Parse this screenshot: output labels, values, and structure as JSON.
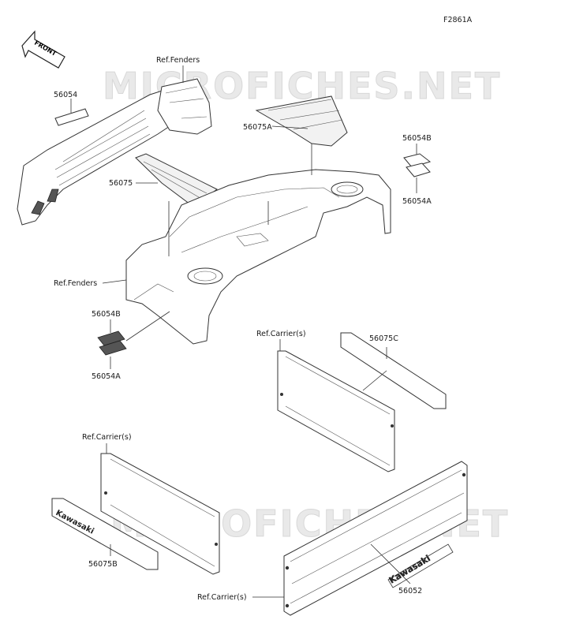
{
  "figure_id": "F2861A",
  "front_label": "FRONT",
  "watermark": "MICROFICHES.NET",
  "callouts": {
    "ref_fenders_top": "Ref.Fenders",
    "p56054": "56054",
    "p56075A": "56075A",
    "p56054B_right": "56054B",
    "p56054A_right": "56054A",
    "p56075": "56075",
    "ref_fenders_left": "Ref.Fenders",
    "p56054B_left": "56054B",
    "p56054A_left": "56054A",
    "ref_carrier_1": "Ref.Carrier(s)",
    "p56075C": "56075C",
    "ref_carrier_2": "Ref.Carrier(s)",
    "p56075B": "56075B",
    "ref_carrier_3": "Ref.Carrier(s)",
    "p56052": "56052"
  },
  "decal_text": {
    "brand": "Kawasaki"
  }
}
